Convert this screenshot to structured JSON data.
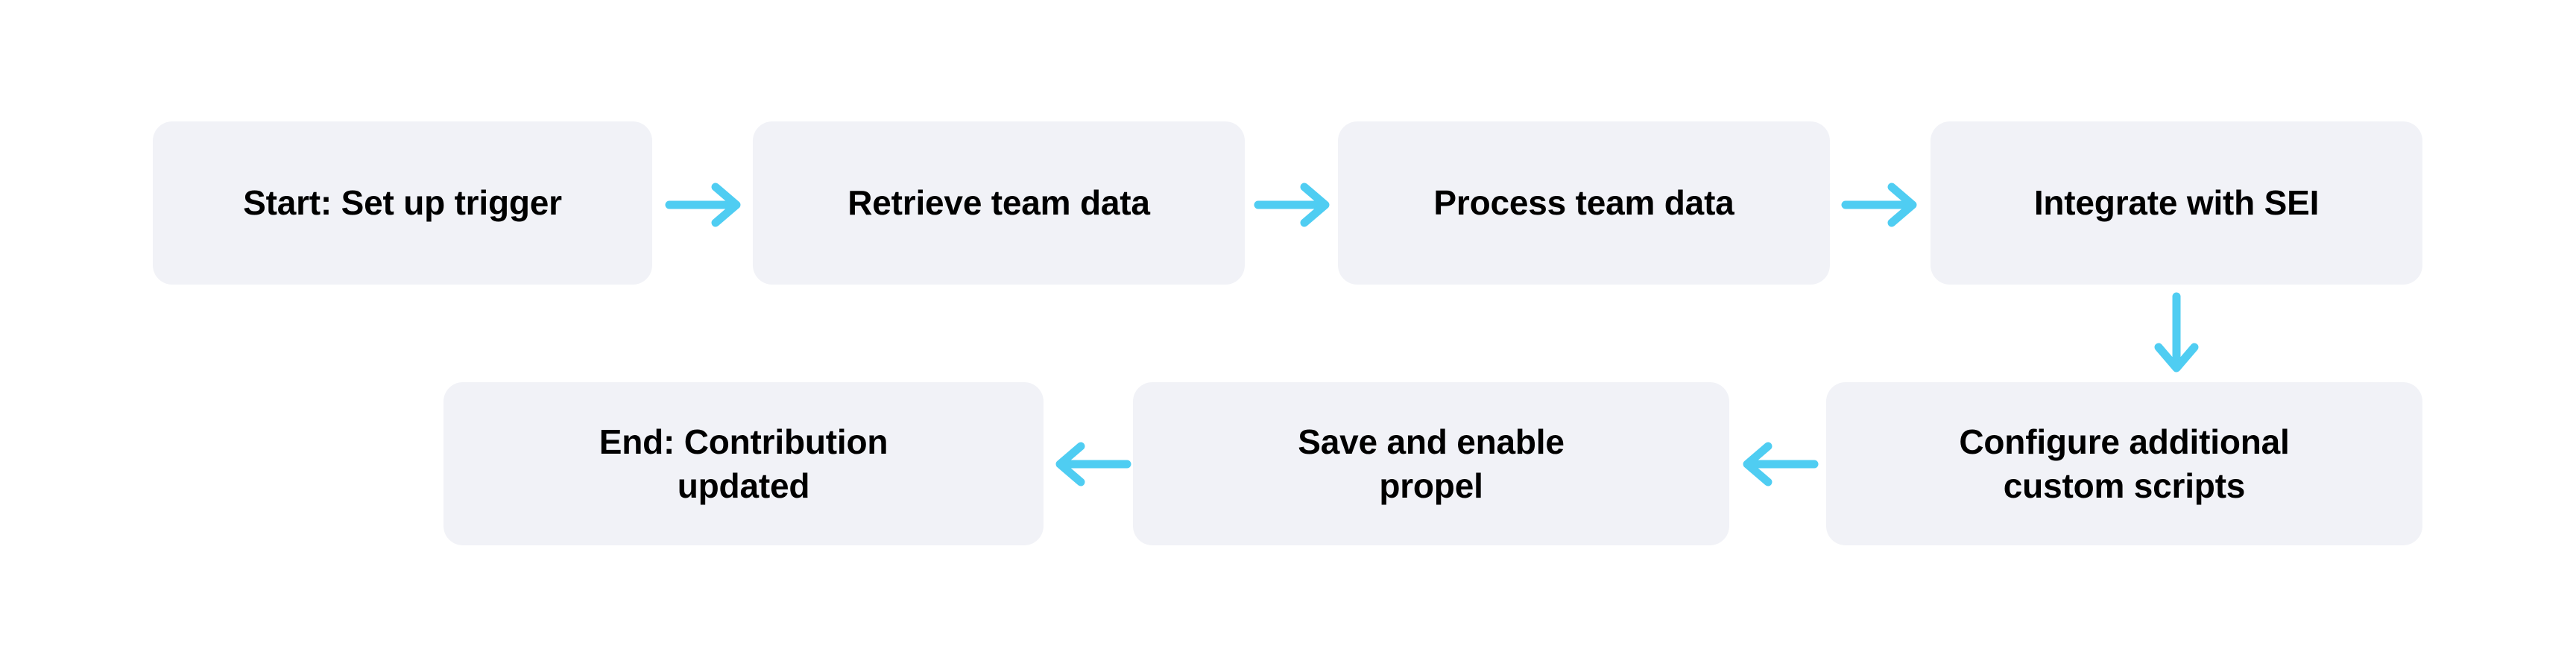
{
  "diagram": {
    "type": "flowchart",
    "title": "",
    "background_color": "#FFFFFF",
    "node_fill_color": "#F1F2F7",
    "node_text_color": "#000000",
    "arrow_color": "#4FCDF2",
    "nodes": [
      {
        "id": "start",
        "label": "Start: Set up trigger",
        "row": "top",
        "order": 1
      },
      {
        "id": "retrieve",
        "label": "Retrieve team data",
        "row": "top",
        "order": 2
      },
      {
        "id": "process",
        "label": "Process team data",
        "row": "top",
        "order": 3
      },
      {
        "id": "integrate",
        "label": "Integrate with SEI",
        "row": "top",
        "order": 4
      },
      {
        "id": "configure",
        "label": "Configure additional\ncustom scripts",
        "row": "bottom",
        "order": 5
      },
      {
        "id": "save",
        "label": "Save and enable\npropel",
        "row": "bottom",
        "order": 6
      },
      {
        "id": "end",
        "label": "End: Contribution\nupdated",
        "row": "bottom",
        "order": 7
      }
    ],
    "edges": [
      {
        "id": "e1",
        "from": "start",
        "to": "retrieve",
        "direction": "right"
      },
      {
        "id": "e2",
        "from": "retrieve",
        "to": "process",
        "direction": "right"
      },
      {
        "id": "e3",
        "from": "process",
        "to": "integrate",
        "direction": "right"
      },
      {
        "id": "e4",
        "from": "integrate",
        "to": "configure",
        "direction": "down"
      },
      {
        "id": "e5",
        "from": "configure",
        "to": "save",
        "direction": "left"
      },
      {
        "id": "e6",
        "from": "save",
        "to": "end",
        "direction": "left"
      }
    ]
  }
}
